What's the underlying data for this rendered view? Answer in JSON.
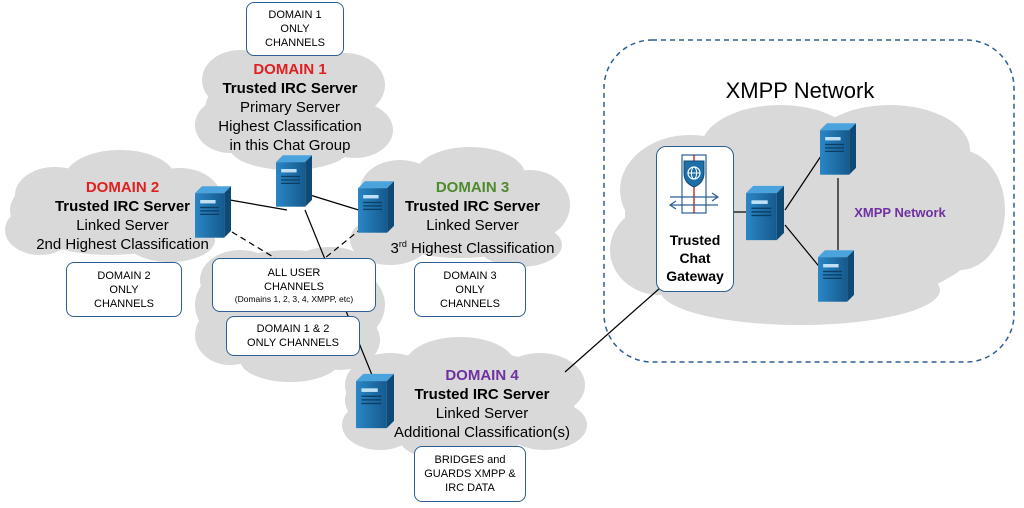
{
  "colors": {
    "domain1": "#e02020",
    "domain2": "#e02020",
    "domain3": "#4f8a2f",
    "domain4": "#7030a0",
    "xmpp_label": "#7030a0",
    "server_fill": "#1e6fa8",
    "cloud": "#d9d9d9",
    "box_border": "#2e5e93"
  },
  "domain1": {
    "name": "DOMAIN 1",
    "role": "Trusted IRC Server",
    "lines": [
      "Primary Server",
      "Highest Classification",
      "in this Chat Group"
    ]
  },
  "domain2": {
    "name": "DOMAIN 2",
    "role": "Trusted IRC Server",
    "lines": [
      "Linked Server",
      "2nd Highest Classification"
    ]
  },
  "domain3": {
    "name": "DOMAIN 3",
    "role": "Trusted IRC Server",
    "line1": "Linked Server",
    "ordinal_num": "3",
    "ordinal_sup": "rd",
    "line2_rest": " Highest Classification"
  },
  "domain4": {
    "name": "DOMAIN 4",
    "role": "Trusted IRC Server",
    "lines": [
      "Linked Server",
      "Additional Classification(s)"
    ]
  },
  "boxes": {
    "d1_only": [
      "DOMAIN 1",
      "ONLY",
      "CHANNELS"
    ],
    "d2_only": [
      "DOMAIN 2",
      "ONLY",
      "CHANNELS"
    ],
    "d3_only": [
      "DOMAIN 3",
      "ONLY",
      "CHANNELS"
    ],
    "all_user": [
      "ALL USER",
      "CHANNELS"
    ],
    "all_user_small": "(Domains 1, 2, 3, 4, XMPP, etc)",
    "d12_only": [
      "DOMAIN 1 & 2",
      "ONLY CHANNELS"
    ],
    "bridges": [
      "BRIDGES and",
      "GUARDS XMPP &",
      "IRC DATA"
    ]
  },
  "xmpp": {
    "title": "XMPP Network",
    "inner_label": "XMPP Network"
  },
  "gateway": {
    "lines": [
      "Trusted",
      "Chat",
      "Gateway"
    ],
    "icon": "shield-globe-icon"
  }
}
